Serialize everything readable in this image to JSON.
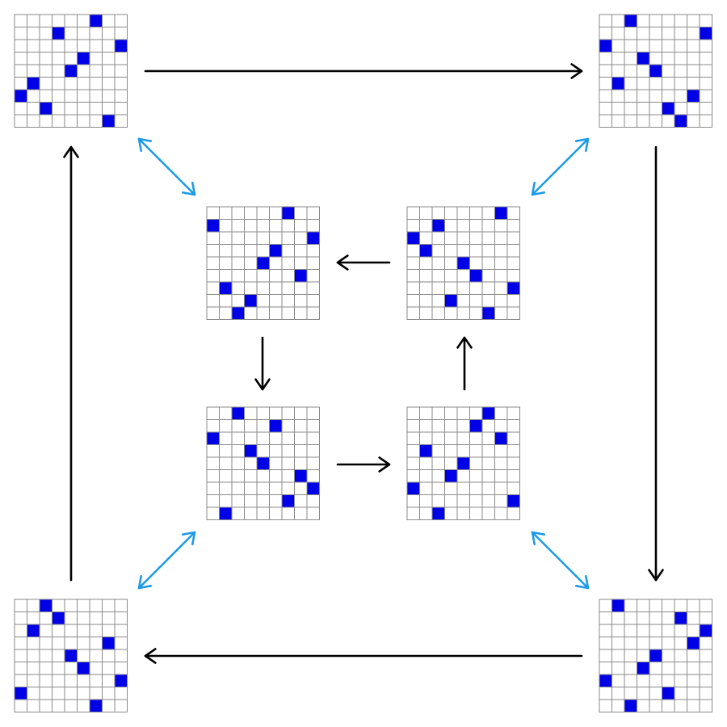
{
  "grid_size": 9,
  "colors": {
    "cell_filled": "#0000e6",
    "cell_empty": "#ffffff",
    "grid_line": "#8a8a8a",
    "cycle_arrow": "#000000",
    "swap_arrow": "#1e9be6"
  },
  "boards": [
    {
      "id": "top-left",
      "queens": [
        [
          0,
          6
        ],
        [
          1,
          5
        ],
        [
          2,
          7
        ],
        [
          3,
          1
        ],
        [
          5,
          3
        ],
        [
          6,
          0
        ],
        [
          7,
          8
        ],
        [
          8,
          2
        ],
        [
          4,
          4
        ]
      ]
    },
    {
      "id": "top-right",
      "queens": [
        [
          0,
          2
        ],
        [
          1,
          5
        ],
        [
          2,
          0
        ],
        [
          3,
          3
        ],
        [
          4,
          4
        ],
        [
          5,
          7
        ],
        [
          6,
          8
        ],
        [
          7,
          6
        ],
        [
          8,
          1
        ]
      ]
    },
    {
      "id": "bottom-right",
      "queens": [
        [
          0,
          6
        ],
        [
          1,
          0
        ],
        [
          2,
          8
        ],
        [
          3,
          5
        ],
        [
          4,
          4
        ],
        [
          5,
          7
        ],
        [
          6,
          1
        ],
        [
          7,
          3
        ],
        [
          8,
          2
        ]
      ]
    },
    {
      "id": "bottom-left",
      "queens": [
        [
          0,
          7
        ],
        [
          1,
          2
        ],
        [
          2,
          0
        ],
        [
          3,
          1
        ],
        [
          4,
          4
        ],
        [
          5,
          5
        ],
        [
          6,
          8
        ],
        [
          7,
          3
        ],
        [
          8,
          6
        ]
      ]
    },
    {
      "id": "inner-top-left",
      "queens": [
        [
          0,
          1
        ],
        [
          1,
          6
        ],
        [
          2,
          8
        ],
        [
          3,
          7
        ],
        [
          4,
          4
        ],
        [
          5,
          3
        ],
        [
          6,
          0
        ],
        [
          7,
          5
        ],
        [
          8,
          2
        ]
      ]
    },
    {
      "id": "inner-top-right",
      "queens": [
        [
          0,
          2
        ],
        [
          1,
          3
        ],
        [
          2,
          1
        ],
        [
          3,
          7
        ],
        [
          4,
          4
        ],
        [
          5,
          5
        ],
        [
          6,
          8
        ],
        [
          7,
          0
        ],
        [
          8,
          6
        ]
      ]
    },
    {
      "id": "inner-bottom-left",
      "queens": [
        [
          0,
          2
        ],
        [
          1,
          8
        ],
        [
          2,
          0
        ],
        [
          3,
          3
        ],
        [
          4,
          4
        ],
        [
          5,
          1
        ],
        [
          6,
          7
        ],
        [
          7,
          5
        ],
        [
          8,
          6
        ]
      ]
    },
    {
      "id": "inner-bottom-right",
      "queens": [
        [
          0,
          6
        ],
        [
          1,
          3
        ],
        [
          2,
          8
        ],
        [
          3,
          5
        ],
        [
          4,
          4
        ],
        [
          5,
          1
        ],
        [
          6,
          0
        ],
        [
          7,
          2
        ],
        [
          8,
          7
        ]
      ]
    }
  ],
  "arrows": [
    {
      "id": "arrow-top",
      "kind": "cycle"
    },
    {
      "id": "arrow-right",
      "kind": "cycle"
    },
    {
      "id": "arrow-bottom",
      "kind": "cycle"
    },
    {
      "id": "arrow-left",
      "kind": "cycle"
    },
    {
      "id": "arrow-inner-top",
      "kind": "cycle"
    },
    {
      "id": "arrow-inner-left",
      "kind": "cycle"
    },
    {
      "id": "arrow-inner-bottom",
      "kind": "cycle"
    },
    {
      "id": "arrow-inner-right",
      "kind": "cycle"
    },
    {
      "id": "link-top-left",
      "kind": "swap"
    },
    {
      "id": "link-top-right",
      "kind": "swap"
    },
    {
      "id": "link-bottom-right",
      "kind": "swap"
    },
    {
      "id": "link-bottom-left",
      "kind": "swap"
    }
  ]
}
